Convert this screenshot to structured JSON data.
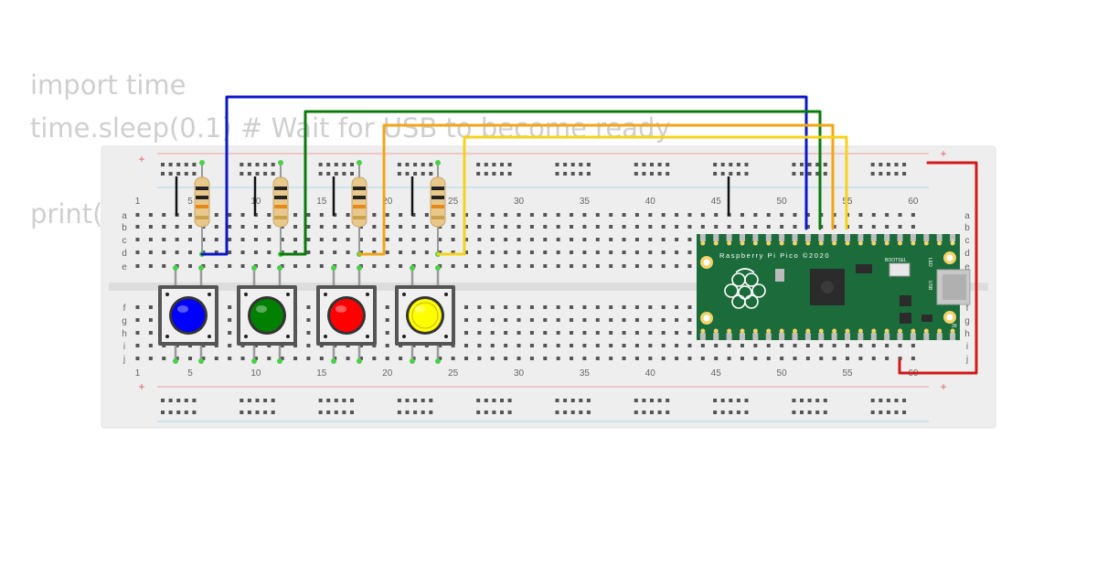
{
  "code_lines": [
    "import time",
    "time.sleep(0.1) # Wait for USB to become ready",
    "",
    "print("
  ],
  "breadboard": {
    "column_numbers_top": [
      "1",
      "5",
      "10",
      "15",
      "20",
      "25",
      "30",
      "35",
      "40",
      "45",
      "50",
      "55",
      "60"
    ],
    "column_numbers_bottom": [
      "1",
      "5",
      "10",
      "15",
      "20",
      "25",
      "30",
      "35",
      "40",
      "45",
      "50",
      "55",
      "60"
    ],
    "row_letters_top": [
      "a",
      "b",
      "c",
      "d",
      "e"
    ],
    "row_letters_bottom": [
      "f",
      "g",
      "h",
      "i",
      "j"
    ],
    "rail_plus": "+",
    "rail_minus": "-"
  },
  "buttons": [
    {
      "name": "blue",
      "color": "#0000ff"
    },
    {
      "name": "green",
      "color": "#008000"
    },
    {
      "name": "red",
      "color": "#ff0000"
    },
    {
      "name": "yellow",
      "color": "#ffff00"
    }
  ],
  "wires": [
    {
      "name": "blue",
      "color": "#0a18c8"
    },
    {
      "name": "green",
      "color": "#0a7a0a"
    },
    {
      "name": "orange",
      "color": "#f2a516"
    },
    {
      "name": "yellow",
      "color": "#f5d21c"
    },
    {
      "name": "red",
      "color": "#d21919"
    }
  ],
  "pico": {
    "label": "Raspberry Pi Pico ©2020",
    "bootsel": "BOOTSEL",
    "led": "LED",
    "usb": "USB",
    "pin1": "1",
    "pin2": "2",
    "pin39": "39",
    "pin40": "40",
    "board_color": "#1c6b3a"
  }
}
